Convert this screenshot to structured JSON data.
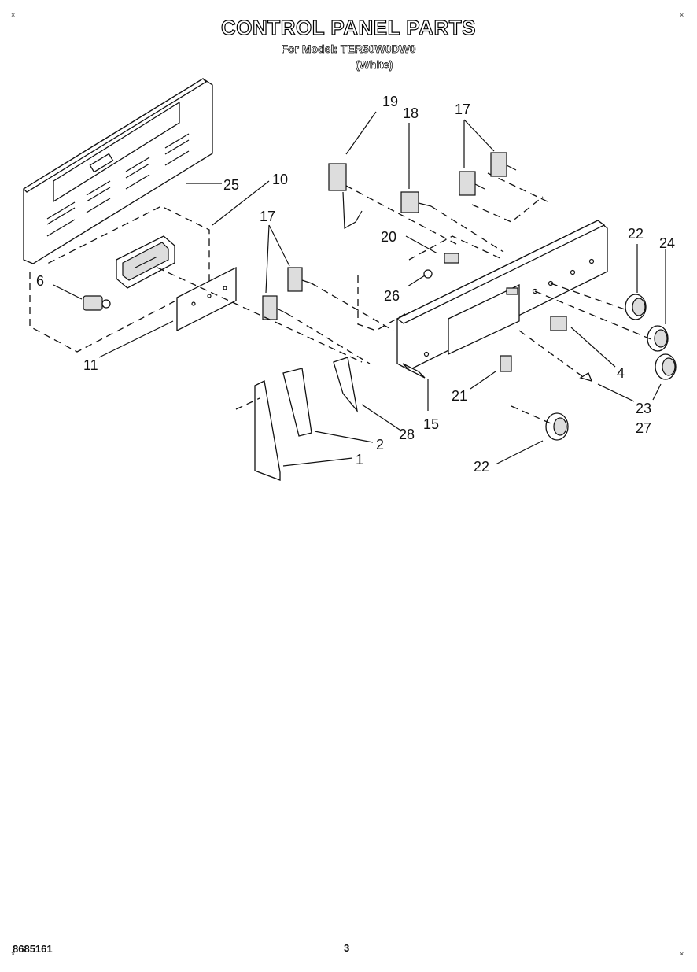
{
  "header": {
    "title": "CONTROL PANEL PARTS",
    "model_line": "For Model: TER50W0DW0",
    "variant": "(White)"
  },
  "footer": {
    "doc_number": "8685161",
    "page_number": "3"
  },
  "corner_marks": [
    "×",
    "×",
    "×",
    "×"
  ],
  "callouts": {
    "c1": "1",
    "c2": "2",
    "c4": "4",
    "c6": "6",
    "c10": "10",
    "c11": "11",
    "c15": "15",
    "c17a": "17",
    "c17b": "17",
    "c18": "18",
    "c19": "19",
    "c20": "20",
    "c21": "21",
    "c22a": "22",
    "c22b": "22",
    "c23": "23",
    "c24": "24",
    "c25": "25",
    "c26": "26",
    "c27": "27",
    "c28": "28"
  }
}
